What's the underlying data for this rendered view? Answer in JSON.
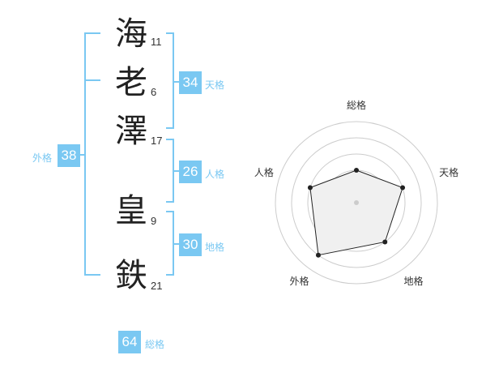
{
  "name": {
    "chars": [
      {
        "char": "海",
        "strokes": "11"
      },
      {
        "char": "老",
        "strokes": "6"
      },
      {
        "char": "澤",
        "strokes": "17"
      },
      {
        "char": "皇",
        "strokes": "9"
      },
      {
        "char": "鉄",
        "strokes": "21"
      }
    ]
  },
  "kaku": {
    "tenkaku": {
      "value": "34",
      "label": "天格"
    },
    "jinkaku": {
      "value": "26",
      "label": "人格"
    },
    "chikaku": {
      "value": "30",
      "label": "地格"
    },
    "gaikaku": {
      "value": "38",
      "label": "外格"
    },
    "soukaku": {
      "value": "64",
      "label": "総格"
    }
  },
  "chart_data": {
    "type": "radar",
    "axes": [
      "総格",
      "天格",
      "地格",
      "外格",
      "人格"
    ],
    "values": [
      2,
      3,
      3,
      4,
      3
    ],
    "rmax": 5,
    "rings": [
      1,
      2,
      3,
      4,
      5
    ],
    "fill": "#f0f0f0",
    "stroke": "#222222",
    "ring_color": "#cccccc"
  }
}
